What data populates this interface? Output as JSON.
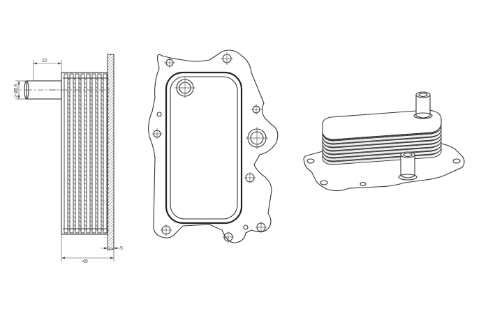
{
  "dimensions": {
    "port_length": "22",
    "port_diameter": "2-Ø18",
    "flange_thickness": "5",
    "overall_width": "49"
  },
  "icons": {
    "side_view": "oil-cooler-side-section",
    "front_view": "oil-cooler-front-outline",
    "iso_view": "oil-cooler-isometric"
  }
}
